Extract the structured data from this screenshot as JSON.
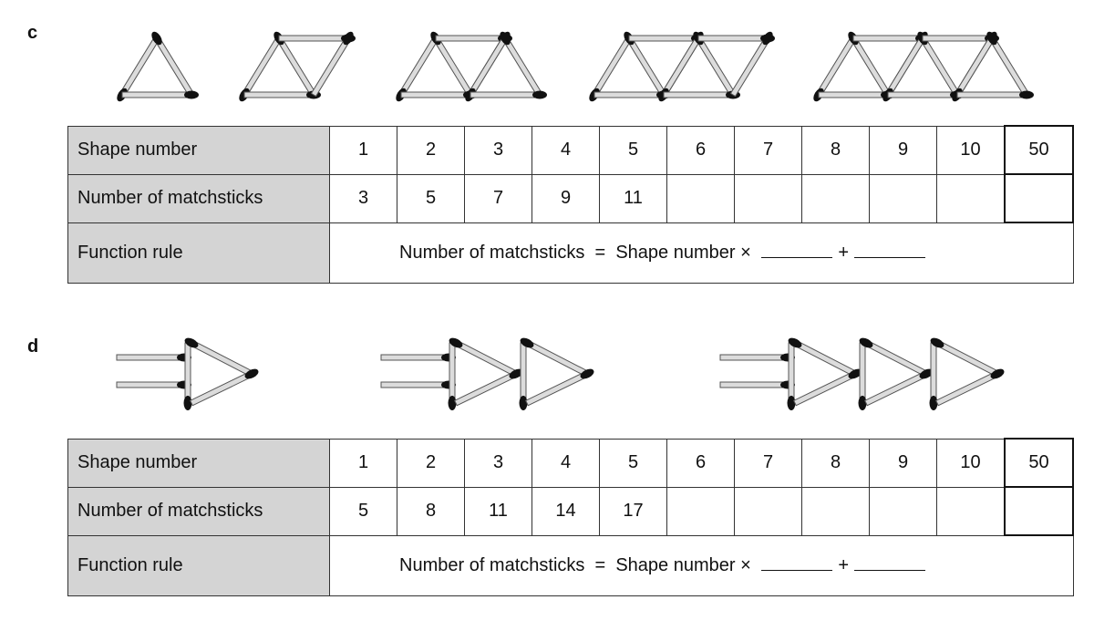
{
  "parts": [
    {
      "label": "c",
      "row_labels": [
        "Shape number",
        "Number of matchsticks",
        "Function rule"
      ],
      "shape_numbers": [
        "1",
        "2",
        "3",
        "4",
        "5",
        "6",
        "7",
        "8",
        "9",
        "10",
        "50"
      ],
      "matchsticks": [
        "3",
        "5",
        "7",
        "9",
        "11",
        "",
        "",
        "",
        "",
        "",
        ""
      ],
      "rule": {
        "left": "Number of matchsticks",
        "eq": "=",
        "right": "Shape number",
        "times": "×",
        "plus": "+"
      }
    },
    {
      "label": "d",
      "row_labels": [
        "Shape number",
        "Number of matchsticks",
        "Function rule"
      ],
      "shape_numbers": [
        "1",
        "2",
        "3",
        "4",
        "5",
        "6",
        "7",
        "8",
        "9",
        "10",
        "50"
      ],
      "matchsticks": [
        "5",
        "8",
        "11",
        "14",
        "17",
        "",
        "",
        "",
        "",
        "",
        ""
      ],
      "rule": {
        "left": "Number of matchsticks",
        "eq": "=",
        "right": "Shape number",
        "times": "×",
        "plus": "+"
      }
    }
  ]
}
